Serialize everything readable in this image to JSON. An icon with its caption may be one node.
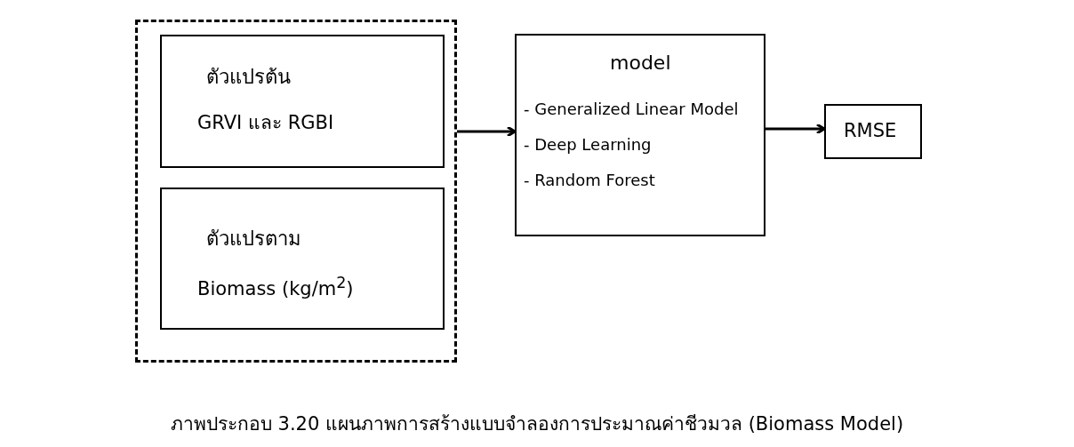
{
  "diagram": {
    "caption": "ภาพประกอบ 3.20 แผนภาพการสร้างแบบจำลองการประมาณค่าชีวมวล (Biomass Model)",
    "nodes": [
      {
        "text": [],
        "shape": "box"
      },
      {
        "text": [
          "ตัวแปรต้น",
          "GRVI และ RGBI"
        ],
        "in": 0
      },
      {
        "text": [
          "ตัวแปรตาม",
          "Biomass (kg/m$^{2}$)"
        ],
        "in": 0
      },
      {
        "text": [
          "model",
          "- Generalized Linear Model",
          "- Deep Learning",
          "- Random Forest"
        ]
      },
      {
        "text": [
          "RMSE"
        ]
      }
    ],
    "edges": [
      {
        "from": 0,
        "to": 3,
        "arrow": "to"
      },
      {
        "from": 3,
        "to": 4,
        "arrow": "to"
      }
    ]
  }
}
